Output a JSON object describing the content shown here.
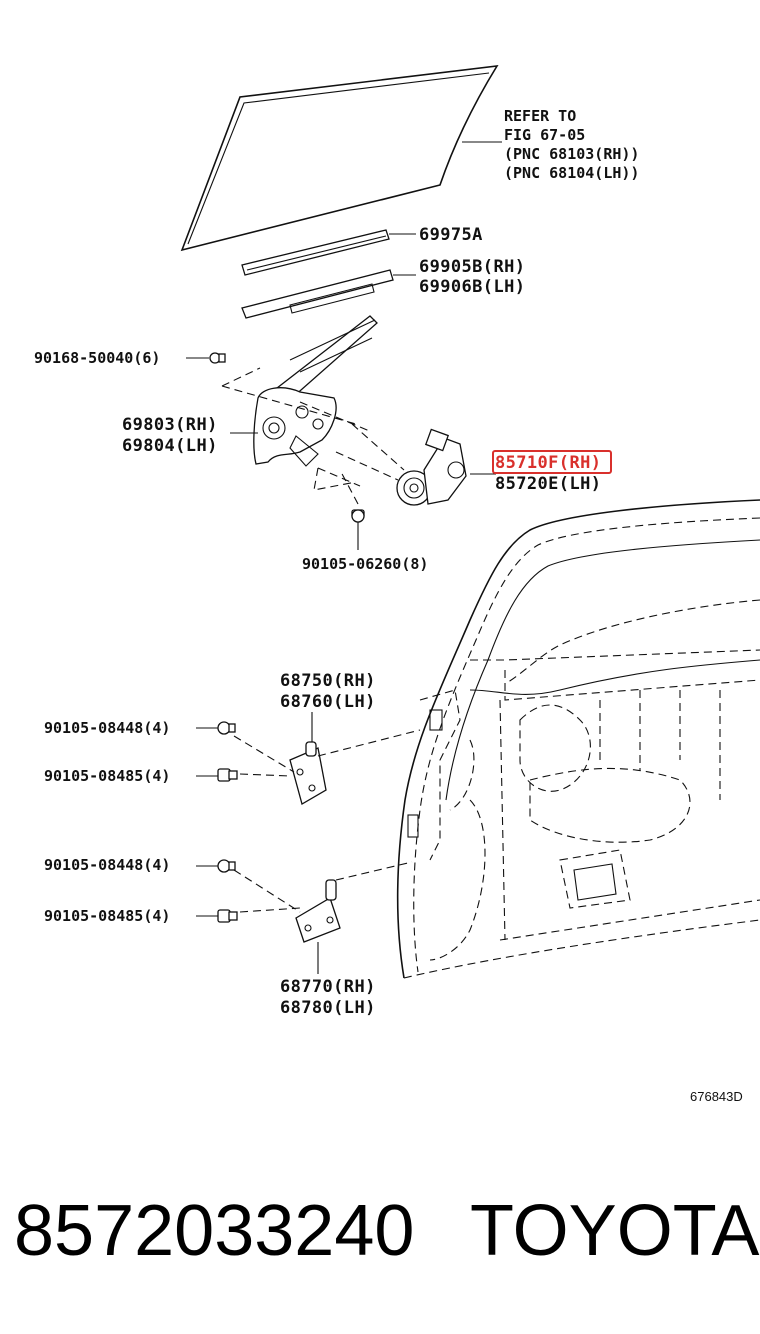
{
  "refer": {
    "line1": "REFER TO",
    "line2": "FIG 67-05",
    "line3": "(PNC 68103(RH))",
    "line4": "(PNC 68104(LH))"
  },
  "parts": {
    "run_channel": "69975A",
    "weatherstrip_rh": "69905B(RH)",
    "weatherstrip_lh": "69906B(LH)",
    "bolt_top": "90168-50040(6)",
    "regulator_rh": "69803(RH)",
    "regulator_lh": "69804(LH)",
    "motor_rh": "85710F(RH)",
    "motor_lh": "85720E(LH)",
    "bolt_regulator": "90105-06260(8)",
    "upper_hinge_rh": "68750(RH)",
    "upper_hinge_lh": "68760(LH)",
    "upper_bolt_a": "90105-08448(4)",
    "upper_bolt_b": "90105-08485(4)",
    "lower_bolt_a": "90105-08448(4)",
    "lower_bolt_b": "90105-08485(4)",
    "lower_hinge_rh": "68770(RH)",
    "lower_hinge_lh": "68780(LH)"
  },
  "highlight_color": "#d9302c",
  "figure_code": "676843D",
  "footer": {
    "part_number": "8572033240",
    "brand": "TOYOTA"
  }
}
